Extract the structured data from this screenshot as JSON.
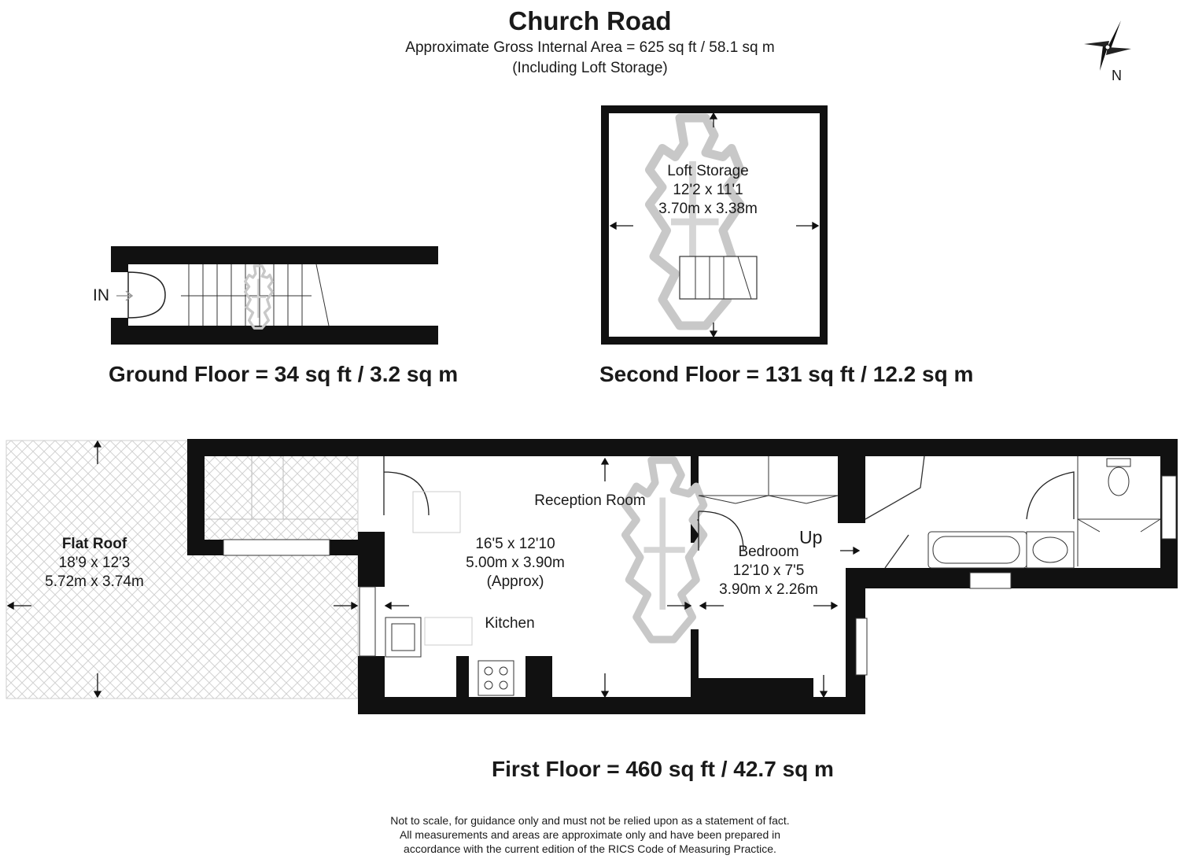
{
  "header": {
    "title": "Church Road",
    "area_line": "Approximate Gross Internal Area = 625 sq ft / 58.1 sq m",
    "area_note": "(Including Loft Storage)"
  },
  "compass": {
    "label": "N"
  },
  "ground_floor": {
    "label": "Ground Floor = 34 sq ft / 3.2 sq m",
    "entrance": "IN"
  },
  "second_floor": {
    "label": "Second Floor = 131 sq ft / 12.2 sq m",
    "rooms": [
      {
        "name": "Loft Storage",
        "imperial": "12'2 x 11'1",
        "metric": "3.70m x 3.38m"
      }
    ]
  },
  "first_floor": {
    "label": "First Floor = 460 sq ft / 42.7 sq m",
    "flat_roof": {
      "name": "Flat Roof",
      "imperial": "18'9 x 12'3",
      "metric": "5.72m x 3.74m"
    },
    "reception": {
      "name": "Reception Room",
      "imperial": "16'5 x 12'10",
      "metric": "5.00m x 3.90m",
      "note": "(Approx)"
    },
    "kitchen": {
      "name": "Kitchen"
    },
    "bedroom": {
      "name": "Bedroom",
      "imperial": "12'10 x 7'5",
      "metric": "3.90m x 2.26m"
    },
    "stairs": "Up"
  },
  "disclaimer": [
    "Not to scale, for guidance only and must not be relied upon as a statement of fact.",
    "All measurements and areas are approximate only and have been prepared in",
    "accordance with the current edition of the RICS Code of Measuring Practice."
  ],
  "colors": {
    "wall": "#111111",
    "watermark": "#c8c8c8",
    "hatch": "#cfcfcf",
    "text": "#1a1a1a"
  }
}
